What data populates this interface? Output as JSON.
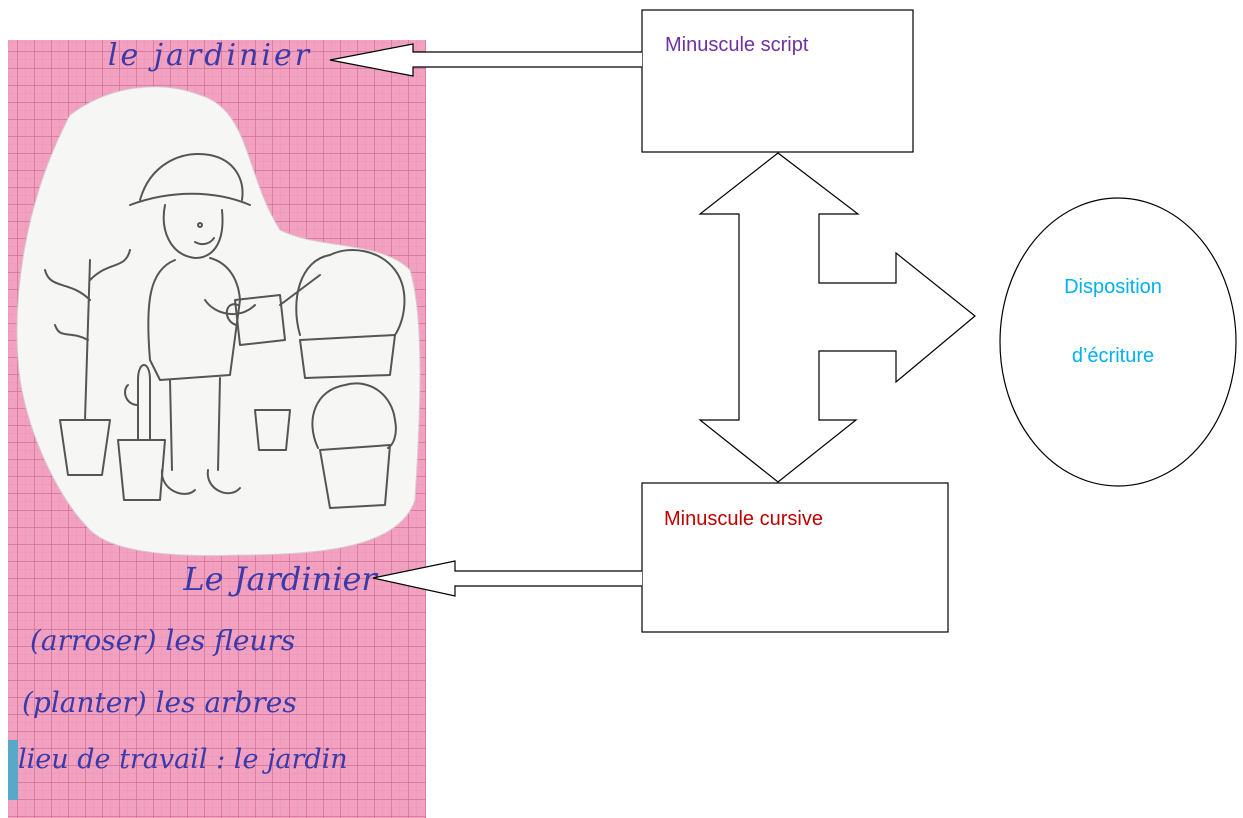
{
  "notebook": {
    "title_script": "le jardinier",
    "title_cursive": "Le Jardinier",
    "lines": [
      "(arroser) les fleurs",
      "(planter) les arbres",
      "lieu de travail : le jardin"
    ]
  },
  "boxes": {
    "script": {
      "label": "Minuscule script",
      "color": "#7030a0"
    },
    "cursive": {
      "label": "Minuscule cursive",
      "color": "#c00000"
    }
  },
  "circle": {
    "line1": "Disposition",
    "line2": "d’écriture",
    "color": "#00b0f0"
  },
  "colors": {
    "paper": "#f2a2c0",
    "grid": "#cf6f99",
    "ink": "#3a3aa8",
    "outline": "#000000"
  }
}
